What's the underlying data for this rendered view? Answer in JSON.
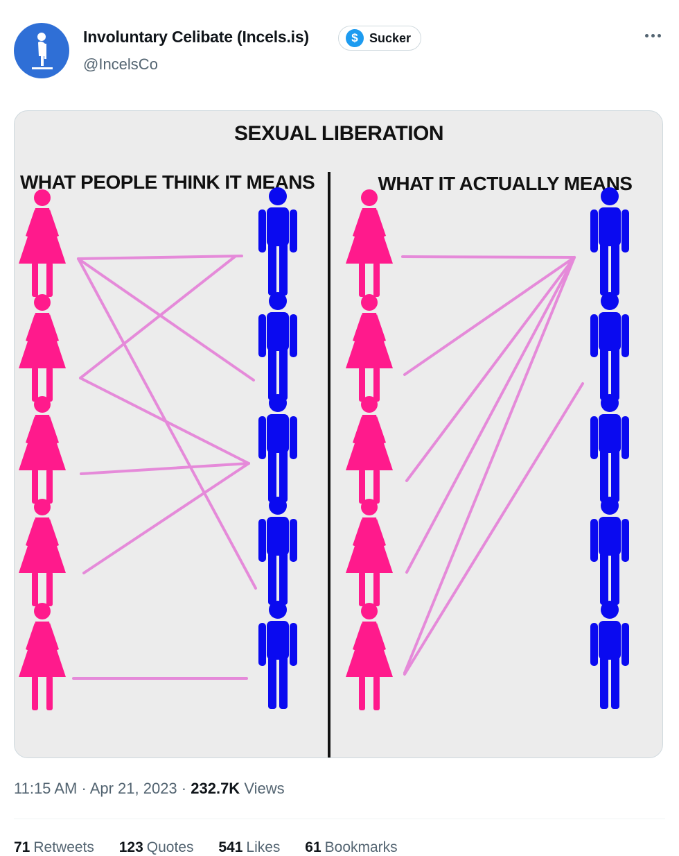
{
  "tweet": {
    "author": {
      "display_name": "Involuntary Celibate (Incels.is)",
      "handle": "@IncelsCo",
      "badge_label": "Sucker",
      "badge_icon": "$"
    },
    "image": {
      "title": "SEXUAL LIBERATION",
      "left_heading": "WHAT PEOPLE THINK IT MEANS",
      "right_heading": "WHAT IT ACTUALLY MEANS"
    },
    "time": "11:15 AM",
    "date": "Apr 21, 2023",
    "views_count": "232.7K",
    "views_label": "Views",
    "stats": [
      {
        "count": "71",
        "label": "Retweets"
      },
      {
        "count": "123",
        "label": "Quotes"
      },
      {
        "count": "541",
        "label": "Likes"
      },
      {
        "count": "61",
        "label": "Bookmarks"
      }
    ]
  },
  "colors": {
    "woman": "#ff1a8c",
    "man": "#0a0af0",
    "line": "#e58ad9",
    "avatar_bg": "#2f6fd6",
    "badge_icon_bg": "#1d9bf0"
  }
}
